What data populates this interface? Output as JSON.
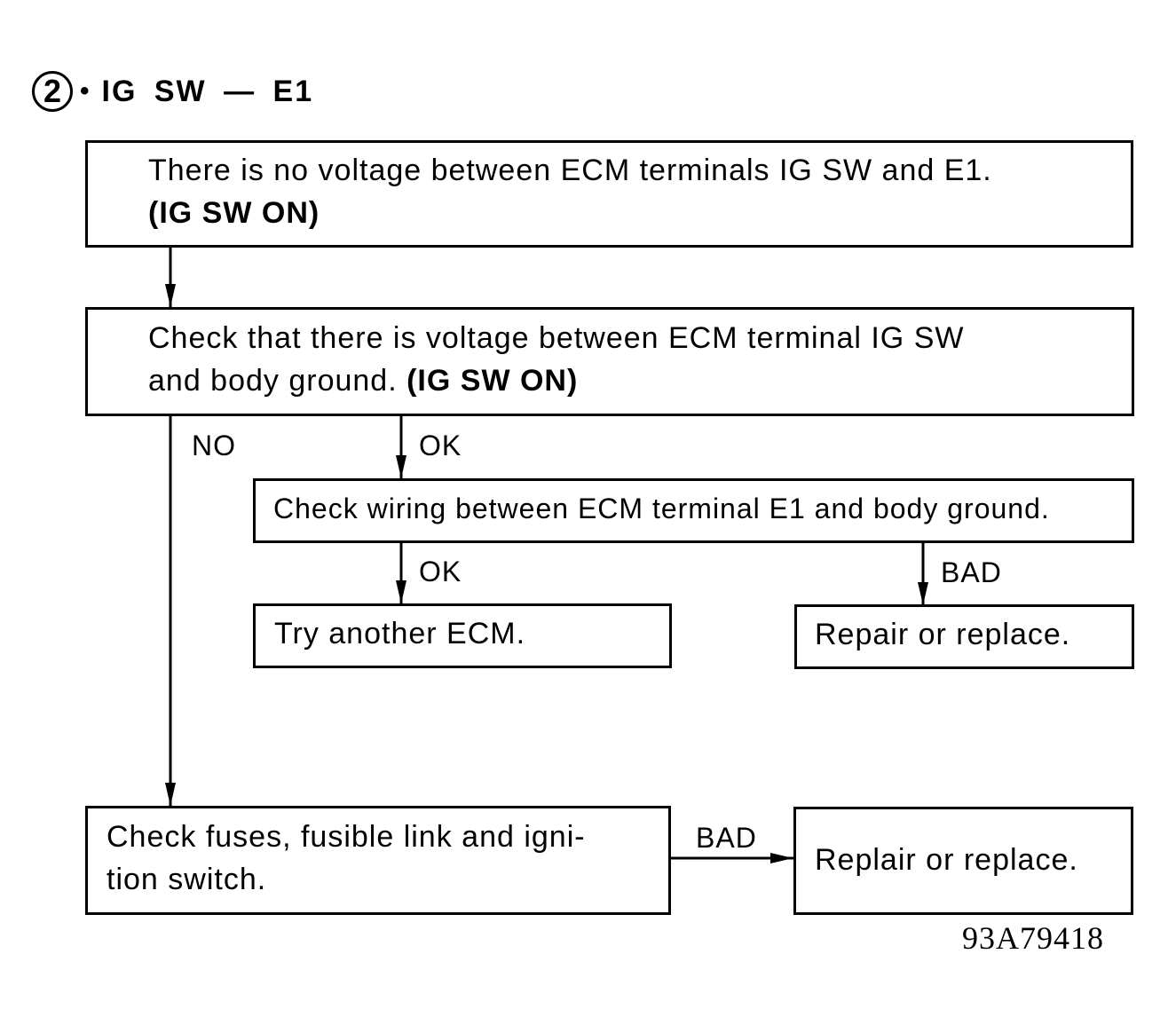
{
  "header": {
    "step_number": "2",
    "bullet": "•",
    "title": "IG SW — E1"
  },
  "boxes": {
    "start": {
      "line1": "There is no voltage between ECM terminals IG SW and E1.",
      "line2": "(IG SW ON)"
    },
    "check_voltage": {
      "line1": "Check that there is voltage between ECM terminal IG SW",
      "line2a": "and body ground. ",
      "line2b": "(IG SW ON)"
    },
    "check_wiring": {
      "line1": "Check wiring between ECM terminal E1 and body ground."
    },
    "try_ecm": {
      "line1": "Try another ECM."
    },
    "repair_1": {
      "line1": "Repair or replace."
    },
    "check_fuses": {
      "line1": "Check fuses, fusible link and igni-",
      "line2": "tion switch."
    },
    "repair_2": {
      "line1": "Replair or replace."
    }
  },
  "labels": {
    "no": "NO",
    "ok_1": "OK",
    "ok_2": "OK",
    "bad_1": "BAD",
    "bad_2": "BAD"
  },
  "doc_id": "93A79418"
}
